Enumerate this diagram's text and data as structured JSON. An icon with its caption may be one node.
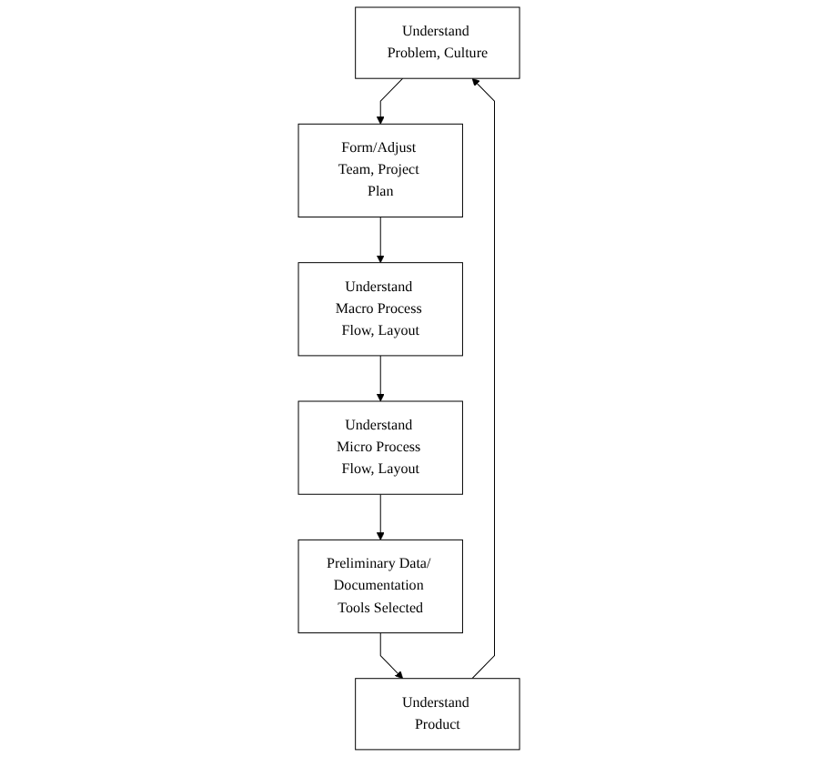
{
  "diagram": {
    "nodes": [
      {
        "text": [
          "Understand Problem, Culture"
        ]
      },
      {
        "text": [
          "Understand Product"
        ]
      },
      {
        "text": [
          "Form/Adjust Team, Project Plan"
        ]
      },
      {
        "text": [
          "Preliminary Data/ Documentation Tools Selected"
        ]
      },
      {
        "text": [
          "Understand Macro Process Flow, Layout"
        ]
      },
      {
        "text": [
          "Understand Micro Process Flow, Layout"
        ]
      }
    ],
    "edges": [
      {
        "from": 1,
        "to": 0,
        "arrow": "to"
      },
      {
        "from": 0,
        "to": 2,
        "arrow": "to"
      },
      {
        "from": 2,
        "to": 4,
        "arrow": "to"
      },
      {
        "from": 4,
        "to": 5,
        "arrow": "to"
      },
      {
        "from": 5,
        "to": 3,
        "arrow": "to"
      },
      {
        "from": 3,
        "to": 1,
        "arrow": "to"
      }
    ]
  }
}
